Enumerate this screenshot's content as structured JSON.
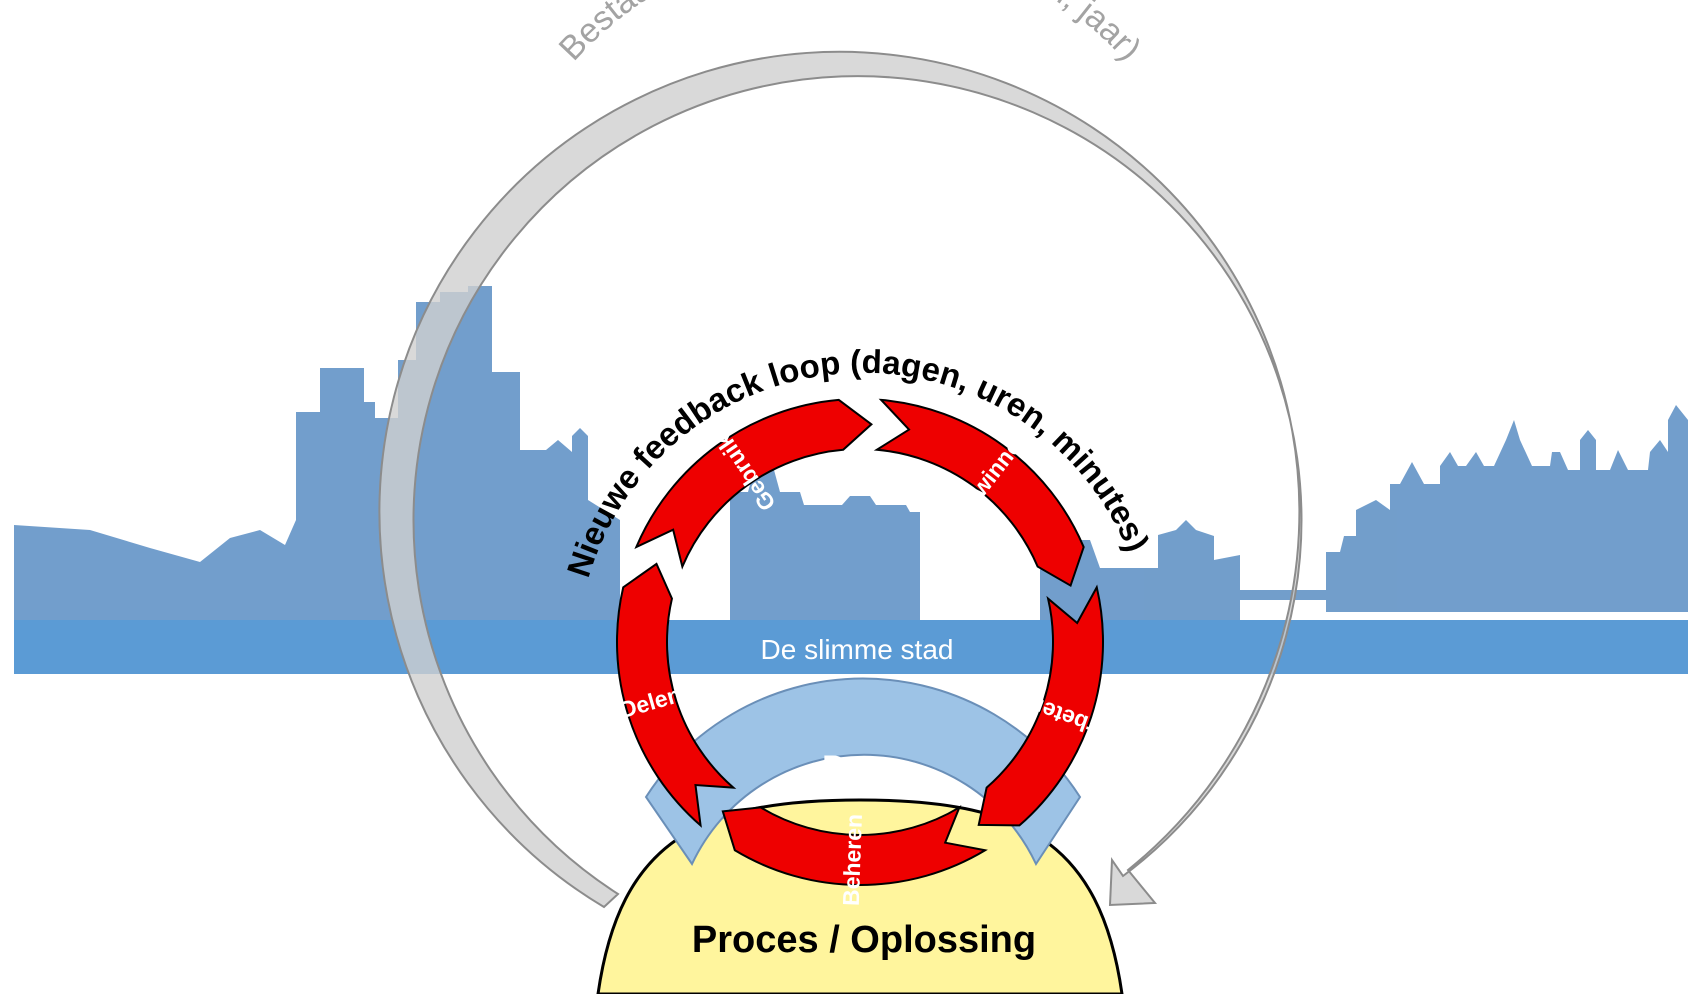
{
  "outer_cycle": {
    "label": "Bestaande beleidscyclus (maanden, jaar)"
  },
  "inner_loop": {
    "label": "Nieuwe feedback loop (dagen, uren, minutes)"
  },
  "segments": [
    "Inwinnen",
    "Verbeteren",
    "Beheren",
    "Delen",
    "Gebruiken"
  ],
  "city_band": {
    "label": "De slimme stad"
  },
  "data_band": {
    "label": "Data"
  },
  "process": {
    "label": "Proces / Oplossing"
  },
  "colors": {
    "segment_red": "#ee0000",
    "band_blue": "#5b9bd5",
    "skyline_blue": "#4f86bf",
    "data_blue": "#9dc3e6",
    "process_yellow": "#fff59d",
    "outer_arrow_gray": "#d0d0d0"
  }
}
